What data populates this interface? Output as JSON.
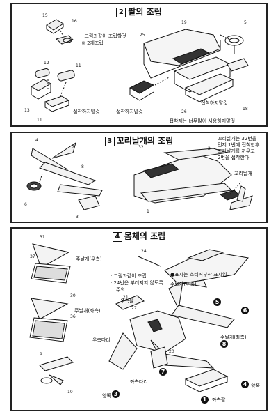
{
  "step2": {
    "number": "2",
    "title": "팔의 조립",
    "note_line1": "· 그림과같이 조립할것",
    "note_line2": "※ 2개조립",
    "glue_a": "접착하지말것",
    "glue_b": "접착하지말것",
    "glue_c": "접착하지말것",
    "bottom_note": "· 접착제는 너무많이 사용하지말것",
    "parts": [
      "15",
      "16",
      "12",
      "11",
      "13",
      "11",
      "25",
      "19",
      "5",
      "26",
      "18"
    ]
  },
  "step3": {
    "number": "3",
    "title": "꼬리날개의 조립",
    "note_lines": [
      "꼬리날개는 32번을",
      "먼저 1번에 접착한후",
      "꼬리날개를 끼우고",
      "2번을 접착한다."
    ],
    "tail_label": "꼬리날개",
    "parts": [
      "4",
      "7",
      "8",
      "6",
      "3",
      "32",
      "2",
      "1"
    ]
  },
  "step4": {
    "number": "4",
    "title": "몸체의 조립",
    "wing_right_top": "주날개(우측)",
    "wing_left": "주날개(좌측)",
    "note_line1": "· 그림과같이 조립",
    "note_line2": "· 24번은 부러지지 않도록",
    "note_line3": "주의",
    "sticker_note": "●표시는 스티커부착 표시임.",
    "wing_right_mid": "주날개(우측)",
    "right_arm": "우측팔",
    "right_leg": "우측다리",
    "wing_left_mid": "주날개(좌측)",
    "left_leg": "좌측다리",
    "both_a": "양쪽",
    "both_b": "양쪽",
    "left_arm": "좌측팔",
    "parts": [
      "31",
      "37",
      "30",
      "36",
      "9",
      "10",
      "24",
      "22",
      "21",
      "27",
      "20"
    ],
    "circles": [
      "5",
      "6",
      "8",
      "7",
      "3",
      "4",
      "1"
    ]
  }
}
